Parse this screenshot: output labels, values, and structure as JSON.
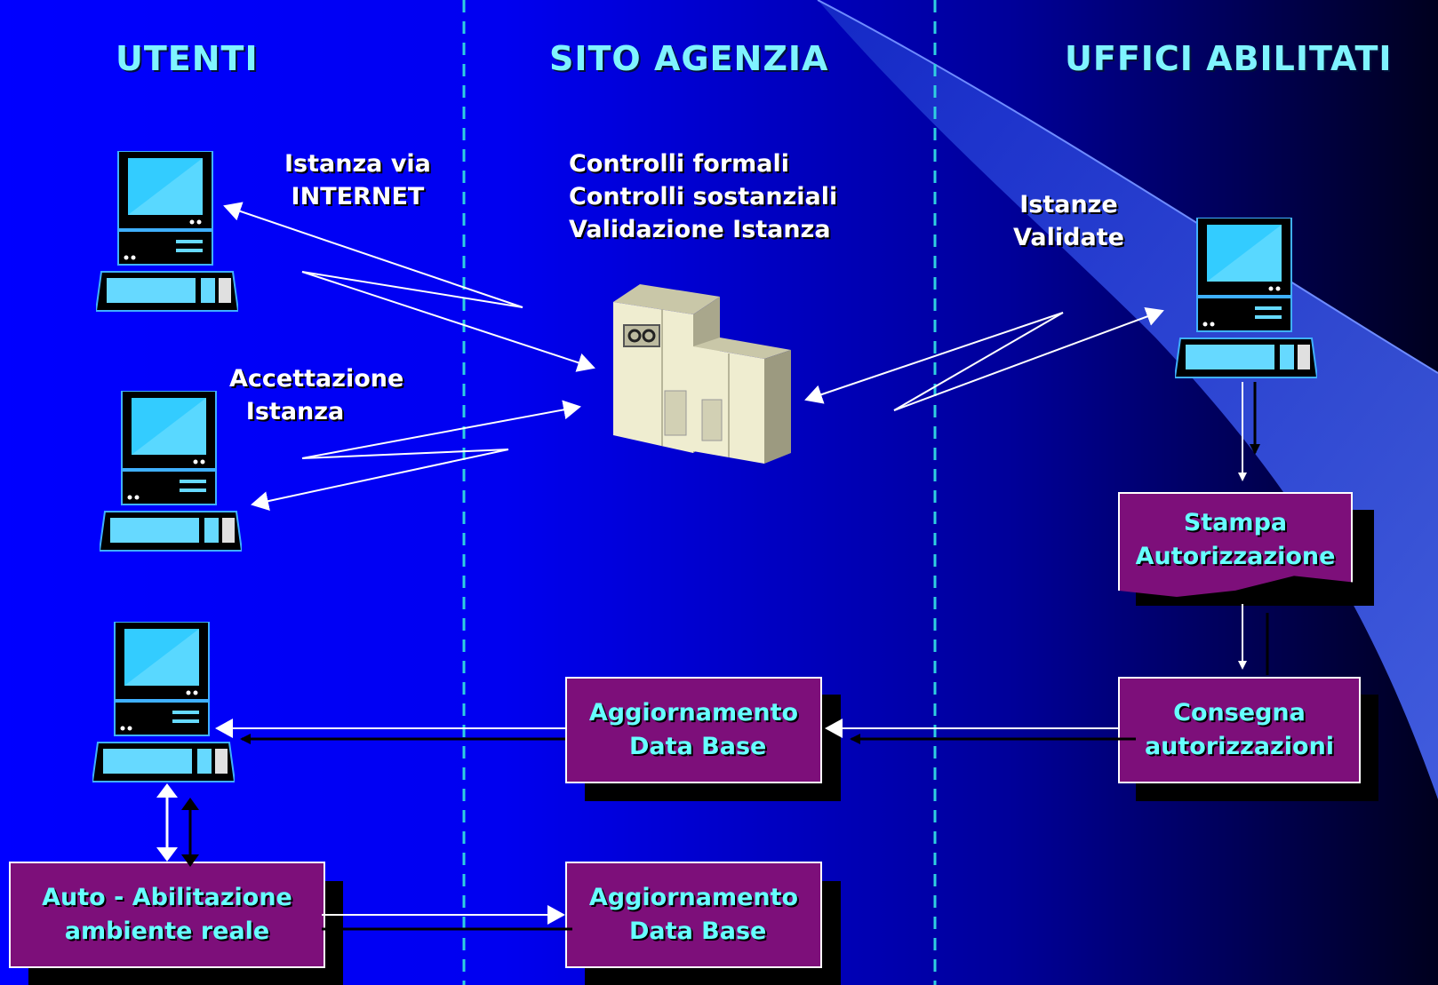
{
  "columns": {
    "utenti": "UTENTI",
    "sito": "SITO AGENZIA",
    "uffici": "UFFICI ABILITATI"
  },
  "labels": {
    "istanza_internet": "Istanza via\nINTERNET",
    "accettazione": "Accettazione\n  Istanza",
    "controlli": "Controlli formali\nControlli sostanziali\nValidazione Istanza",
    "istanze_validate": "Istanze\nValidate"
  },
  "boxes": {
    "stampa": "Stampa\nAutorizzazione",
    "consegna": "Consegna\nautorizzazioni",
    "aggiornamento_1": "Aggiornamento\n Data Base",
    "aggiornamento_2": "Aggiornamento\n Data Base",
    "auto_abilitazione": "Auto - Abilitazione\nambiente reale"
  },
  "icons": [
    "computer-icon",
    "server-icon"
  ],
  "colors": {
    "background_left": "#0000ff",
    "background_right": "#000022",
    "column_title": "#7ff3ff",
    "box_fill": "#7d0f7a",
    "box_text": "#66ffff",
    "divider": "#2fd0e0"
  }
}
